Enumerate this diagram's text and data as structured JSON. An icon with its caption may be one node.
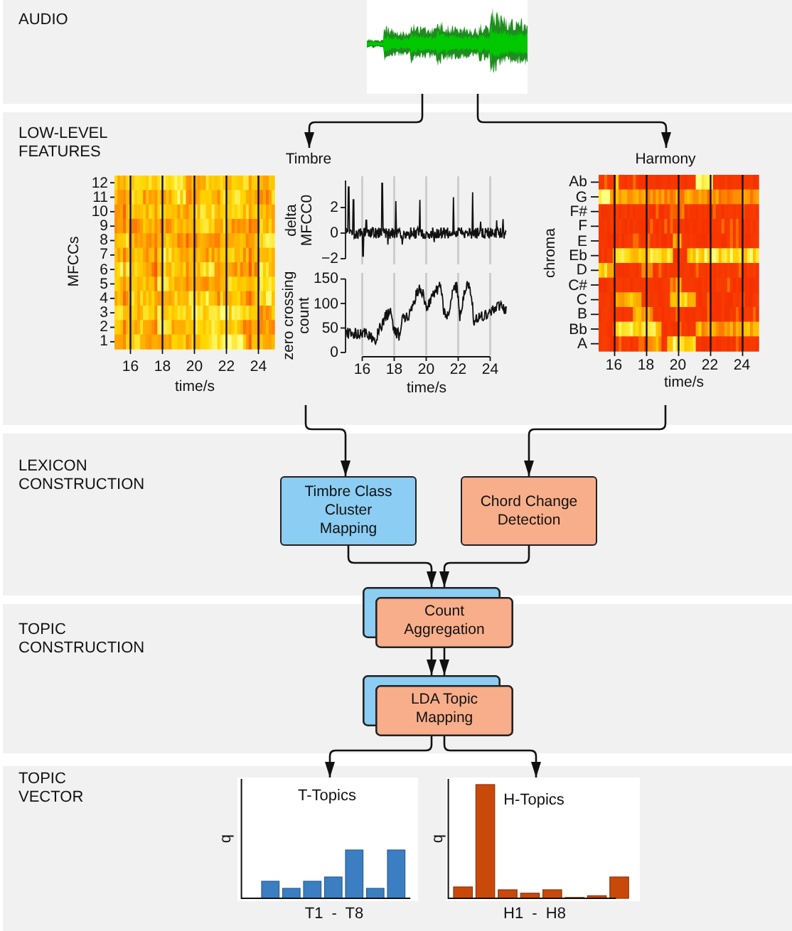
{
  "diagram": {
    "nodes": [
      {
        "text": [
          "AUDIO"
        ]
      },
      {
        "text": [],
        "shape": "picture",
        "in": 0
      },
      {
        "text": [
          "LOW-LEVEL FEATURES"
        ]
      },
      {
        "text": [
          "Timbre"
        ],
        "in": 2
      },
      {
        "text": [
          "Harmony"
        ],
        "in": 2
      },
      {
        "text": [
          "LEXICON CONSTRUCTION"
        ]
      },
      {
        "text": [
          "Timbre Class Cluster Mapping"
        ],
        "in": 5
      },
      {
        "text": [
          "Chord Change Detection"
        ],
        "in": 5
      },
      {
        "text": [
          "TOPIC CONSTRUCTION"
        ]
      },
      {
        "text": [
          "Count Aggregation"
        ]
      },
      {
        "text": [
          "LDA Topic Mapping"
        ],
        "in": 8
      },
      {
        "text": [
          "TOPIC VECTOR"
        ]
      },
      {
        "text": [
          "T-Topics"
        ],
        "beside": [
          "q",
          "T1 - T8"
        ],
        "in": 11
      },
      {
        "text": [
          "H-Topics"
        ],
        "beside": [
          "q",
          "H1 - H8"
        ],
        "in": 11
      }
    ],
    "edges": [
      {
        "from": 1,
        "to": 3,
        "arrow": "to"
      },
      {
        "from": 1,
        "to": 4,
        "arrow": "to"
      },
      {
        "from": 3,
        "to": 6,
        "arrow": "to"
      },
      {
        "from": 4,
        "to": 7,
        "arrow": "to"
      },
      {
        "from": 6,
        "to": 9,
        "arrow": "to"
      },
      {
        "from": 7,
        "to": 9,
        "arrow": "to"
      },
      {
        "from": 9,
        "to": 10,
        "arrow": "to"
      },
      {
        "from": 9,
        "to": 10,
        "arrow": "to"
      },
      {
        "from": 10,
        "to": 12,
        "arrow": "to"
      },
      {
        "from": 10,
        "to": 13,
        "arrow": "to"
      }
    ],
    "labels": [
      "12",
      "11",
      "10",
      "9",
      "8",
      "7",
      "6",
      "5",
      "4",
      "3",
      "2",
      "1",
      "MFCCs",
      "16",
      "18",
      "20",
      "22",
      "24",
      "time/s",
      "delta MFCC0",
      "2",
      "0",
      "−2",
      "zero crossing count",
      "150",
      "100",
      "50",
      "0",
      "16",
      "18",
      "20",
      "22",
      "24",
      "time/s",
      "chroma",
      "Ab",
      "G",
      "F#",
      "F",
      "E",
      "Eb",
      "D",
      "C#",
      "C",
      "B",
      "Bb",
      "A",
      "16",
      "18",
      "20",
      "22",
      "24",
      "time/s"
    ]
  }
}
